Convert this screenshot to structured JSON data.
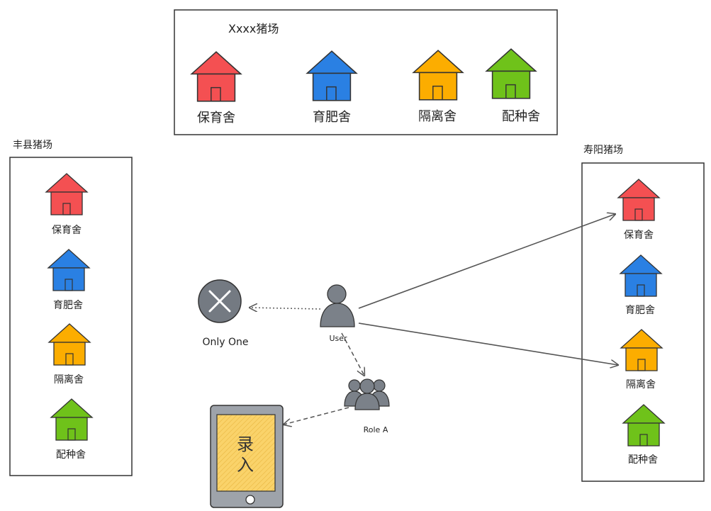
{
  "farms": {
    "top": {
      "title": "Xxxx猪场",
      "houses": [
        {
          "label": "保育舍",
          "color": "#f45052"
        },
        {
          "label": "育肥舍",
          "color": "#2a80e3"
        },
        {
          "label": "隔离舍",
          "color": "#fcad00"
        },
        {
          "label": "配种舍",
          "color": "#6fc21a"
        }
      ]
    },
    "left": {
      "title": "丰县猪场",
      "houses": [
        {
          "label": "保育舍",
          "color": "#f45052"
        },
        {
          "label": "育肥舍",
          "color": "#2a80e3"
        },
        {
          "label": "隔离舍",
          "color": "#fcad00"
        },
        {
          "label": "配种舍",
          "color": "#6fc21a"
        }
      ]
    },
    "right": {
      "title": "寿阳猪场",
      "houses": [
        {
          "label": "保育舍",
          "color": "#f45052"
        },
        {
          "label": "育肥舍",
          "color": "#2a80e3"
        },
        {
          "label": "隔离舍",
          "color": "#fcad00"
        },
        {
          "label": "配种舍",
          "color": "#6fc21a"
        }
      ]
    }
  },
  "actors": {
    "only_one": "Only One",
    "user": "User",
    "role_a": "Role A"
  },
  "tablet": {
    "text_line1": "录",
    "text_line2": "入",
    "screen_color": "#fad36a"
  },
  "colors": {
    "stroke": "#333333",
    "person": "#7b8189",
    "arrow": "#555555"
  }
}
